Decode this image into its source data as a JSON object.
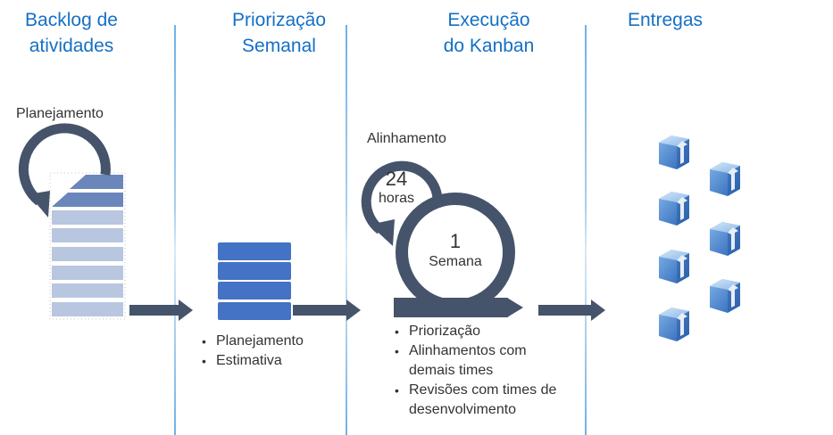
{
  "columns": [
    {
      "title_line1": "Backlog de",
      "title_line2": "atividades"
    },
    {
      "title_line1": "Priorização",
      "title_line2": "Semanal"
    },
    {
      "title_line1": "Execução",
      "title_line2": "do Kanban"
    },
    {
      "title_line1": "Entregas",
      "title_line2": ""
    }
  ],
  "backlog": {
    "cycle_label": "Planejamento",
    "stack_items_total": 8,
    "stack_items_highlighted": 2
  },
  "prioritization": {
    "stack_items": 4,
    "bullets": [
      "Planejamento",
      "Estimativa"
    ]
  },
  "execution": {
    "daily_label": "Alinhamento",
    "daily_number": "24",
    "daily_unit": "horas",
    "week_number": "1",
    "week_unit": "Semana",
    "bullets": [
      "Priorização",
      "Alinhamentos com demais times",
      "Revisões com times de desenvolvimento"
    ]
  },
  "deliveries": {
    "package_count": 7,
    "package_icon": "package-box-icon"
  },
  "colors": {
    "title": "#1570c6",
    "arrow": "#45546a",
    "stack_dark": "#6a86bb",
    "stack_light": "#b8c6e0",
    "stack_priority": "#4472c4",
    "divider": "#6fb1e4"
  }
}
